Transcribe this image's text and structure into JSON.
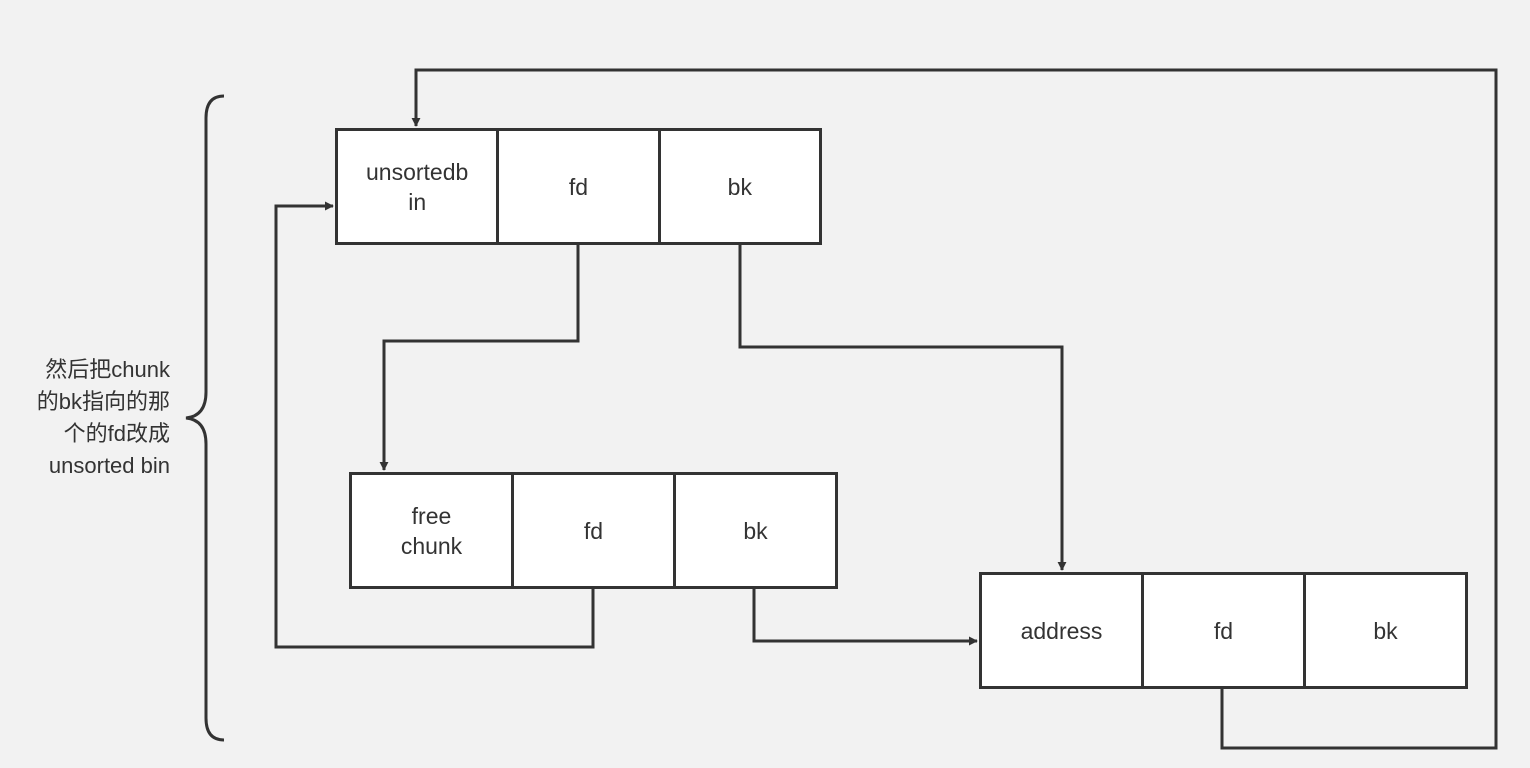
{
  "colors": {
    "background": "#f2f2f2",
    "stroke": "#333333",
    "box_fill": "#ffffff"
  },
  "nodes": {
    "unsorted": {
      "cells": [
        "unsortedb\nin",
        "fd",
        "bk"
      ]
    },
    "free": {
      "cells": [
        "free\nchunk",
        "fd",
        "bk"
      ]
    },
    "address": {
      "cells": [
        "address",
        "fd",
        "bk"
      ]
    }
  },
  "annotation": {
    "lines": [
      "然后把chunk",
      "的bk指向的那",
      "个的fd改成",
      "unsorted bin"
    ]
  },
  "edges": [
    {
      "from": "unsorted.fd",
      "to": "free",
      "arrow": true
    },
    {
      "from": "unsorted.bk",
      "to": "address",
      "arrow": true
    },
    {
      "from": "free.fd",
      "to": "unsorted",
      "arrow": true
    },
    {
      "from": "free.bk",
      "to": "address",
      "arrow": true
    },
    {
      "from": "address.fd",
      "to": "unsorted",
      "arrow": true
    }
  ]
}
